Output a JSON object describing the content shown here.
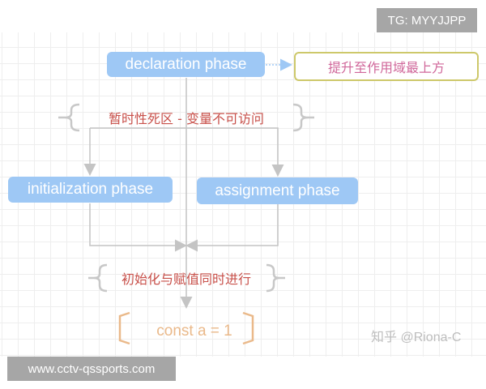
{
  "badges": {
    "tg": "TG: MYYJJPP",
    "url": "www.cctv-qssports.com"
  },
  "diagram": {
    "declaration": "declaration phase",
    "hoisting_note": "提升至作用域最上方",
    "tdz_label": "暂时性死区 - 变量不可访问",
    "initialization": "initialization phase",
    "assignment": "assignment phase",
    "simultaneous_label": "初始化与赋值同时进行",
    "code": "const a = 1"
  },
  "watermark": "知乎 @Riona-C",
  "colors": {
    "node_blue": "#9ec8f5",
    "note_border": "#cdc86a",
    "note_text": "#d0679a",
    "label_red": "#c8504a",
    "code_orange": "#eab98a",
    "connector_gray": "#c4c4c4"
  }
}
